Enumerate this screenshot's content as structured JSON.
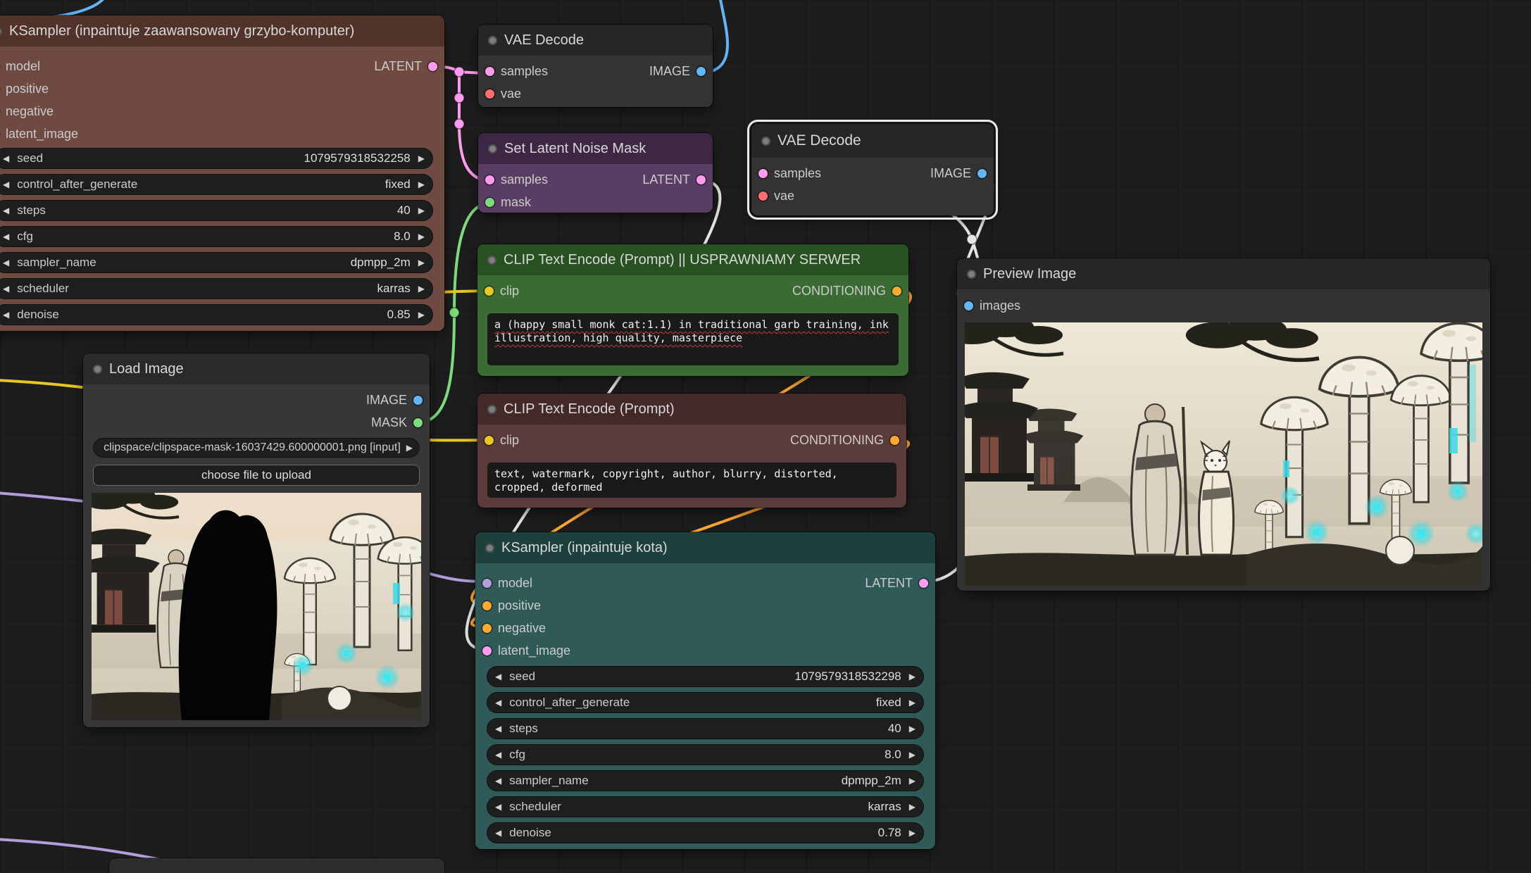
{
  "app": {
    "name": "ComfyUI node graph"
  },
  "colors": {
    "latent": "#ff9cf0",
    "image": "#64b5f6",
    "mask": "#7ddd7d",
    "clip": "#e8c822",
    "conditioning": "#ffa931",
    "model": "#b39ddb",
    "vae": "#ff6e6e",
    "neutral_link": "#e6e6e6"
  },
  "icons": {
    "arrow_left": "◀",
    "arrow_right": "▶"
  },
  "nodes": {
    "ksampler_mushroom": {
      "title": "KSampler (inpaintuje zaawansowany grzybo-komputer)",
      "inputs": [
        "model",
        "positive",
        "negative",
        "latent_image"
      ],
      "output": "LATENT",
      "widgets": [
        {
          "label": "seed",
          "value": "1079579318532258"
        },
        {
          "label": "control_after_generate",
          "value": "fixed"
        },
        {
          "label": "steps",
          "value": "40"
        },
        {
          "label": "cfg",
          "value": "8.0"
        },
        {
          "label": "sampler_name",
          "value": "dpmpp_2m"
        },
        {
          "label": "scheduler",
          "value": "karras"
        },
        {
          "label": "denoise",
          "value": "0.85"
        }
      ]
    },
    "vae_decode_top": {
      "title": "VAE Decode",
      "inputs": [
        "samples",
        "vae"
      ],
      "output": "IMAGE"
    },
    "set_latent_noise_mask": {
      "title": "Set Latent Noise Mask",
      "inputs": [
        "samples",
        "mask"
      ],
      "output": "LATENT"
    },
    "vae_decode_selected": {
      "title": "VAE Decode",
      "inputs": [
        "samples",
        "vae"
      ],
      "output": "IMAGE"
    },
    "clip_text_positive": {
      "title": "CLIP Text Encode (Prompt) || USPRAWNIAMY SERWER",
      "input": "clip",
      "output": "CONDITIONING",
      "text": "a (happy small monk cat:1.1) in traditional garb training, ink illustration, high quality, masterpiece"
    },
    "clip_text_negative": {
      "title": "CLIP Text Encode (Prompt)",
      "input": "clip",
      "output": "CONDITIONING",
      "text": "text, watermark, copyright, author, blurry, distorted, cropped, deformed"
    },
    "load_image": {
      "title": "Load Image",
      "outputs": [
        "IMAGE",
        "MASK"
      ],
      "filename": "clipspace/clipspace-mask-16037429.600000001.png [input]",
      "upload_button": "choose file to upload"
    },
    "ksampler_cat": {
      "title": "KSampler (inpaintuje kota)",
      "inputs": [
        "model",
        "positive",
        "negative",
        "latent_image"
      ],
      "output": "LATENT",
      "widgets": [
        {
          "label": "seed",
          "value": "1079579318532298"
        },
        {
          "label": "control_after_generate",
          "value": "fixed"
        },
        {
          "label": "steps",
          "value": "40"
        },
        {
          "label": "cfg",
          "value": "8.0"
        },
        {
          "label": "sampler_name",
          "value": "dpmpp_2m"
        },
        {
          "label": "scheduler",
          "value": "karras"
        },
        {
          "label": "denoise",
          "value": "0.78"
        }
      ]
    },
    "preview_image": {
      "title": "Preview Image",
      "input": "images"
    }
  }
}
